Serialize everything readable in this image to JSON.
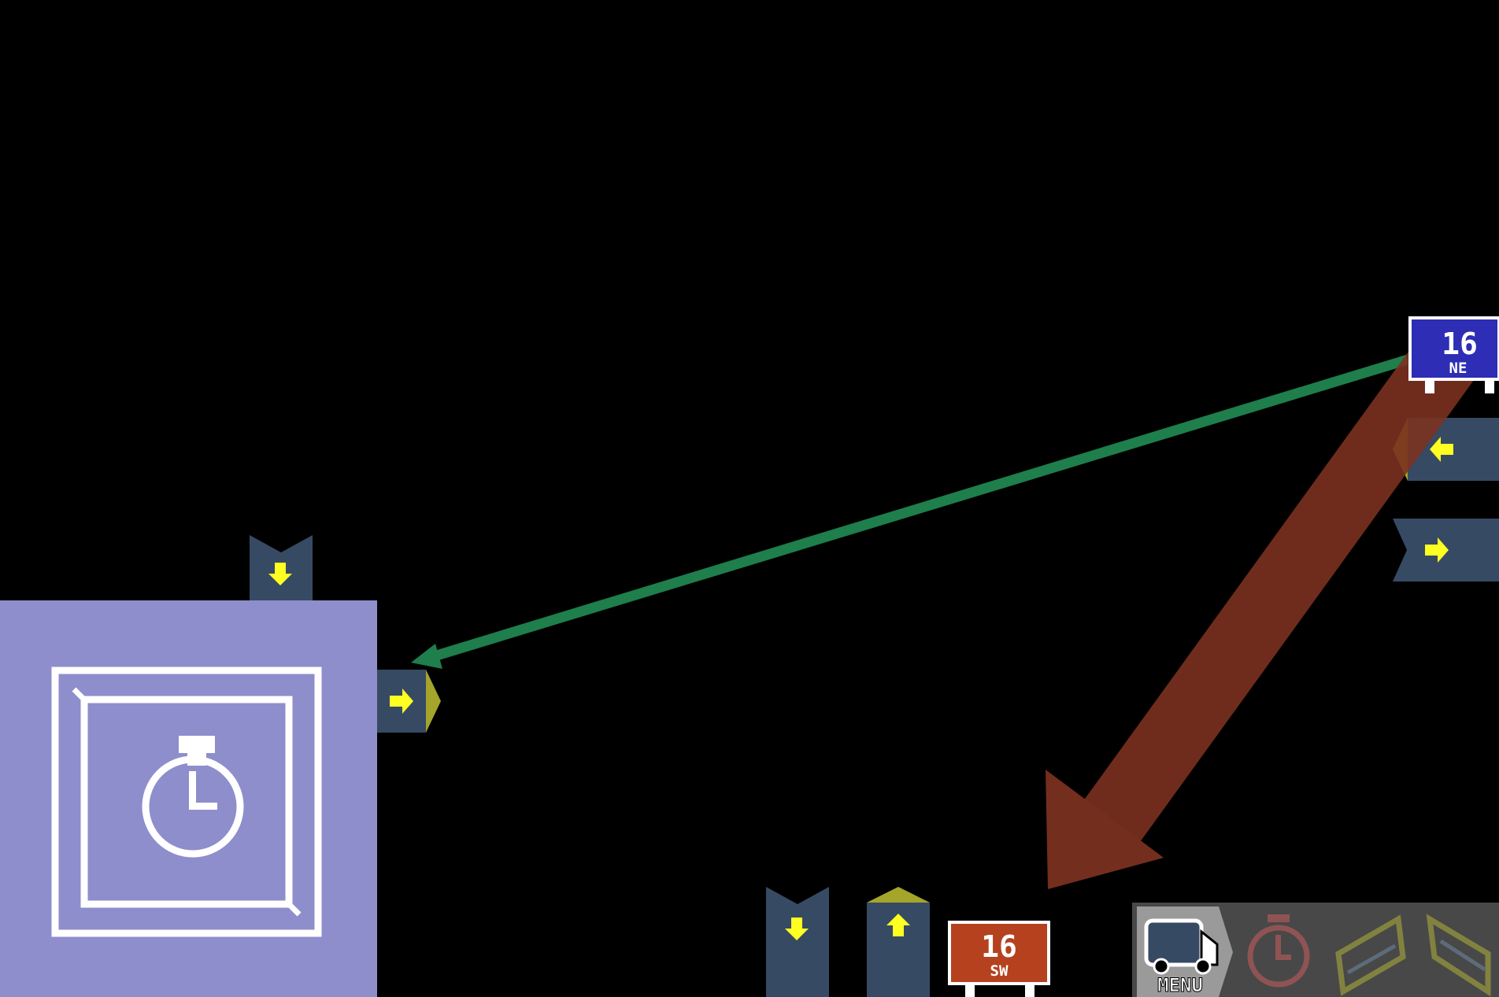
{
  "colors": {
    "background": "#000000",
    "timer_block": "#8e8ecc",
    "port": "#374a63",
    "port_arrow": "#ffff22",
    "port_tab_green": "#a4a52a",
    "route_green": "#1e7e4c",
    "route_red": "#7b3120",
    "sign_ne": "#2d2db5",
    "sign_sw": "#b5411f",
    "toolbar_bg": "#555555"
  },
  "timer_block": {
    "icon": "stopwatch-icon"
  },
  "signs": {
    "ne": {
      "number": "16",
      "direction": "NE"
    },
    "sw": {
      "number": "16",
      "direction": "SW"
    }
  },
  "toolbar": {
    "menu_label": "MENU",
    "menu_icon": "truck-icon",
    "tools": [
      {
        "name": "timer-tool",
        "icon": "stopwatch-icon",
        "active": false
      },
      {
        "name": "belt-tool",
        "icon": "conveyor-icon",
        "active": false
      },
      {
        "name": "belt-tool-2",
        "icon": "conveyor-icon",
        "active": false
      }
    ]
  }
}
